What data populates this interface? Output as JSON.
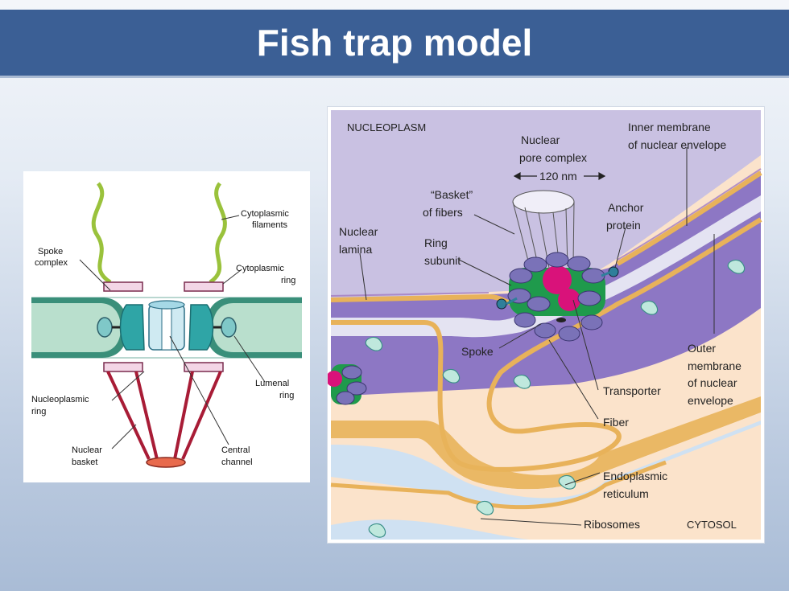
{
  "slide": {
    "title": "Fish trap model"
  },
  "left_diagram": {
    "labels": {
      "cytoplasmic_filaments": [
        "Cytoplasmic",
        "filaments"
      ],
      "spoke_complex": [
        "Spoke",
        "complex"
      ],
      "cytoplasmic_ring": [
        "Cytoplasmic",
        "ring"
      ],
      "lumenal_ring": [
        "Lumenal",
        "ring"
      ],
      "nucleoplasmic_ring": [
        "Nucleoplasmic",
        "ring"
      ],
      "nuclear_basket": [
        "Nuclear",
        "basket"
      ],
      "central_channel": [
        "Central",
        "channel"
      ]
    }
  },
  "right_diagram": {
    "labels": {
      "nucleoplasm": "NUCLEOPLASM",
      "nuclear_pore_complex": [
        "Nuclear",
        "pore complex"
      ],
      "width": "120 nm",
      "inner_membrane": [
        "Inner membrane",
        "of nuclear envelope"
      ],
      "basket_of_fibers": [
        "“Basket”",
        "of fibers"
      ],
      "anchor_protein": [
        "Anchor",
        "protein"
      ],
      "nuclear_lamina": [
        "Nuclear",
        "lamina"
      ],
      "ring_subunit": [
        "Ring",
        "subunit"
      ],
      "spoke": "Spoke",
      "outer_membrane": [
        "Outer",
        "membrane",
        "of nuclear",
        "envelope"
      ],
      "transporter": "Transporter",
      "fiber": "Fiber",
      "endoplasmic_reticulum": [
        "Endoplasmic",
        "reticulum"
      ],
      "ribosomes": "Ribosomes",
      "cytosol": "CYTOSOL"
    }
  },
  "colors": {
    "title_bar": "#3b5f95",
    "nucleoplasm": "#c9c1e2",
    "envelope_purple": "#8d77c4",
    "membrane_orange": "#e8b25a",
    "cytosol": "#fbe3cb",
    "er_lumen": "#cfe1f2",
    "ribosome": "#bfe8dd",
    "pore_pink": "#d9127a",
    "pore_green": "#1f9a4c",
    "pore_purple": "#7a72b8"
  }
}
